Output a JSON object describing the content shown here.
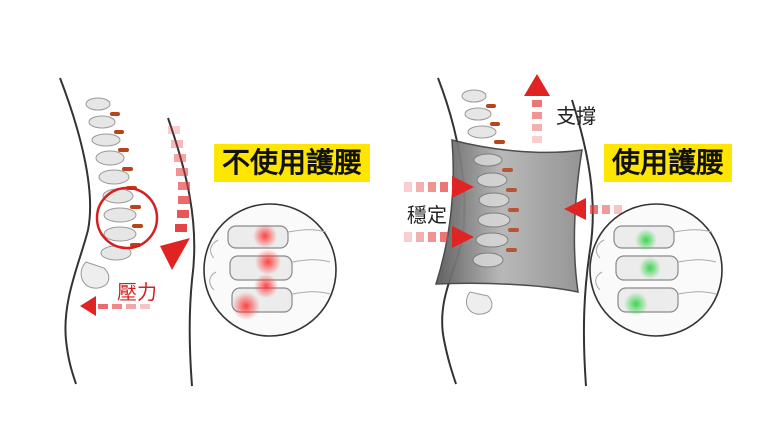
{
  "left_panel": {
    "title": "不使用護腰",
    "pressure_label": "壓力"
  },
  "right_panel": {
    "title": "使用護腰",
    "support_label": "支撐",
    "stable_label": "穩定"
  },
  "colors": {
    "title_highlight": "#ffe600",
    "pressure_red": "#d42020",
    "healthy_green": "#35d44a",
    "brace_gray": "#8a8a8a"
  }
}
